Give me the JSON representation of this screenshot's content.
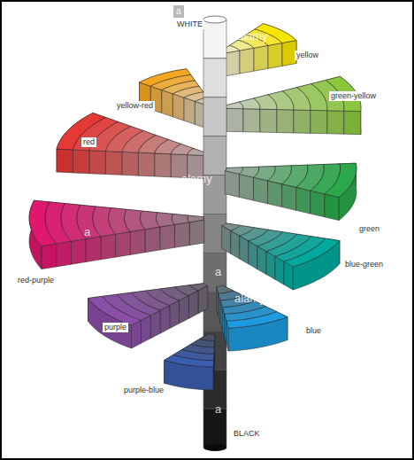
{
  "diagram": {
    "labels": [
      "WHITE",
      "yellow",
      "green-yellow",
      "yellow-red",
      "red",
      "green",
      "blue-green",
      "red-purple",
      "purple",
      "blue",
      "purple-blue",
      "BLACK",
      "a",
      "alamy",
      "alamy",
      "alamy",
      "a",
      "a",
      "a",
      "a"
    ]
  }
}
